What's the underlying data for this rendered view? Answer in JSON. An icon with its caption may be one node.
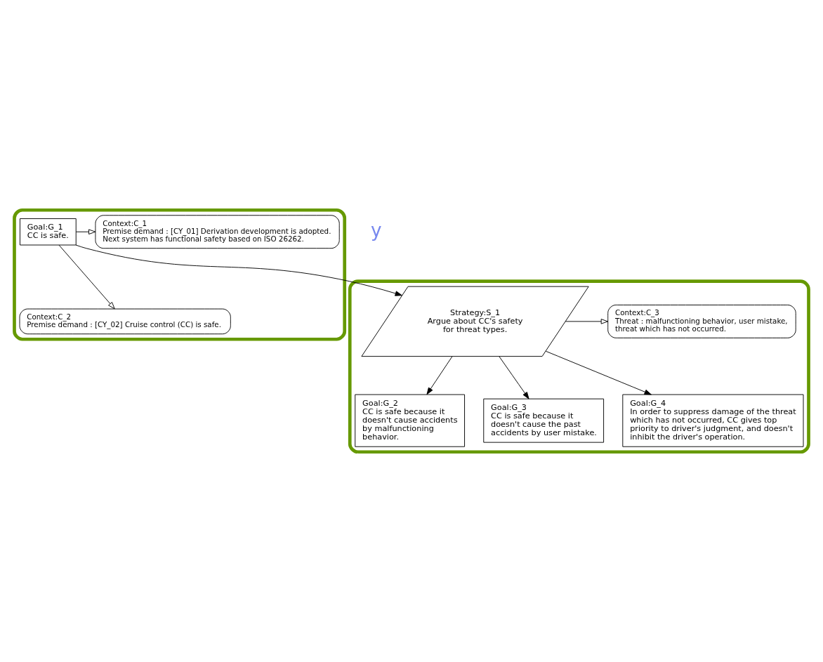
{
  "diagram": {
    "nodes": [
      {
        "text": [],
        "shape": "box"
      },
      {
        "text": [
          "Goal:G_1",
          "CC is safe."
        ],
        "in": 0
      },
      {
        "text": [
          "Context:C_1",
          "Premise demand : [CY_01] Derivation development is adopted. Next system has functional safety based on ISO 26262."
        ],
        "in": 0
      },
      {
        "text": [
          "Context:C_2",
          "Premise demand : [CY_02] Cruise control (CC) is safe."
        ],
        "in": 0
      },
      {
        "text": [],
        "shape": "box"
      },
      {
        "text": [
          "Strategy:S_1",
          "Argue about CC's safety for threat types."
        ],
        "in": 4
      },
      {
        "text": [
          "Context:C_3",
          "Threat : malfunctioning behavior, user mistake, threat which has not occurred."
        ],
        "in": 4
      },
      {
        "text": [
          "Goal:G_2",
          "CC is safe because it doesn't cause accidents by malfunctioning behavior."
        ],
        "in": 4
      },
      {
        "text": [
          "Goal:G_3",
          "CC is safe because it doesn't cause the past accidents by user mistake."
        ],
        "in": 4
      },
      {
        "text": [
          "Goal:G_4",
          "In order to suppress damage of the threat which has not occurred, CC gives top priority to driver's judgment, and doesn't inhibit the driver's operation."
        ],
        "in": 4
      }
    ],
    "edges": [
      {
        "from": 1,
        "to": 2,
        "arrow": "to"
      },
      {
        "from": 1,
        "to": 3,
        "arrow": "to"
      },
      {
        "from": 1,
        "to": 5,
        "arrow": "to"
      },
      {
        "from": 5,
        "to": 6,
        "arrow": "to"
      },
      {
        "from": 5,
        "to": 7,
        "arrow": "to"
      },
      {
        "from": 5,
        "to": 8,
        "arrow": "to"
      },
      {
        "from": 5,
        "to": 9,
        "arrow": "to"
      }
    ],
    "labels": [
      "y"
    ]
  }
}
